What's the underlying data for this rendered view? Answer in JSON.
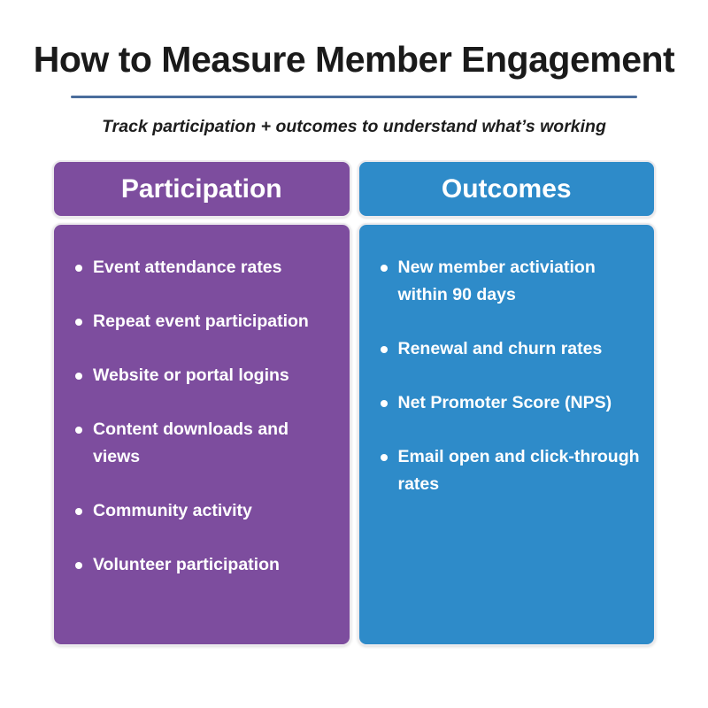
{
  "page": {
    "title": "How to Measure Member Engagement",
    "subtitle": "Track participation + outcomes to understand what’s working"
  },
  "colors": {
    "divider": "#4a6d9c",
    "participation": "#7d4d9e",
    "outcomes": "#2e8bc9",
    "card_border": "#eceaed",
    "card_text": "#ffffff",
    "title_text": "#1a1a1a"
  },
  "columns": [
    {
      "id": "participation",
      "header": "Participation",
      "color": "#7d4d9e",
      "items": [
        "Event attendance rates",
        "Repeat event participation",
        "Website or portal logins",
        "Content downloads and\nviews",
        "Community activity",
        "Volunteer participation"
      ]
    },
    {
      "id": "outcomes",
      "header": "Outcomes",
      "color": "#2e8bc9",
      "items": [
        "New member activiation\nwithin 90 days",
        "Renewal and churn rates",
        "Net Promoter Score (NPS)",
        "Email open and click-through\nrates"
      ]
    }
  ]
}
